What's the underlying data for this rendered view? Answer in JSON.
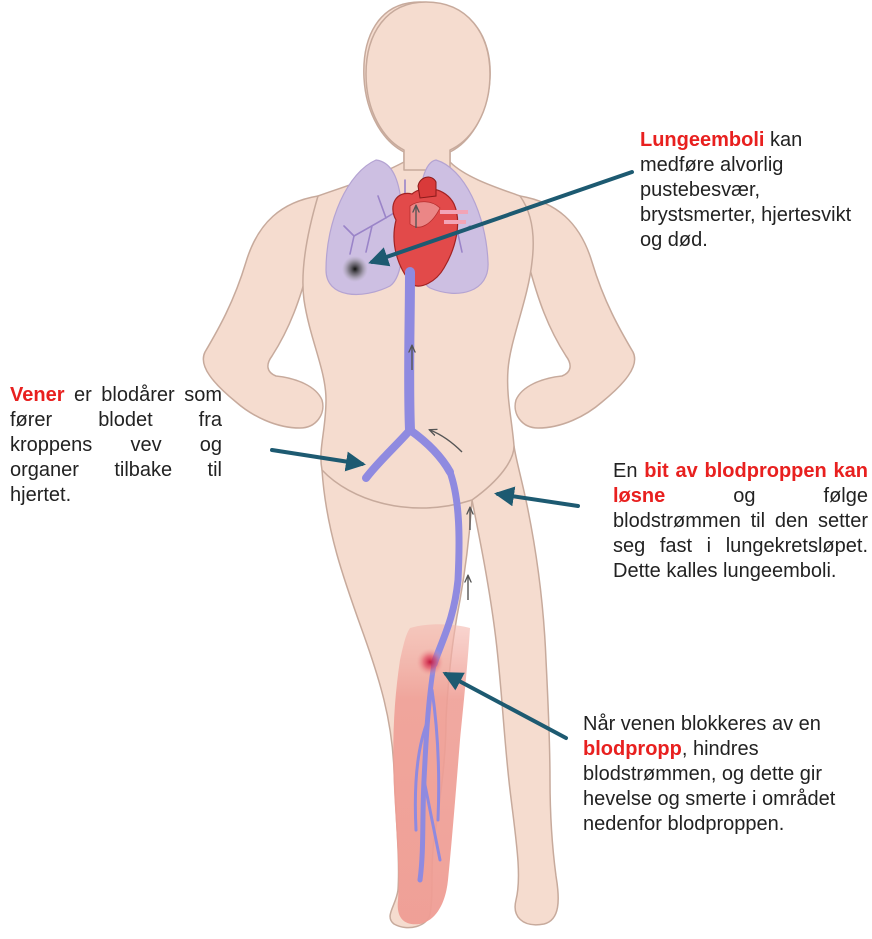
{
  "colors": {
    "skin": "#f5dccf",
    "skin_outline": "#c7aa9c",
    "vein": "#8f8ae0",
    "arrow": "#1d5a71",
    "highlight": "#e8201f",
    "lung": "#c8b9dd",
    "heart": "#d93a3a",
    "leg_inflamed": "#f0a9a0"
  },
  "captions": {
    "lung": {
      "highlight": "Lungeemboli",
      "text": " kan medføre alvorlig pustebesvær, brystsmerter, hjertesvikt og død."
    },
    "veins": {
      "highlight": "Vener",
      "text": " er blodårer som fører blodet fra kroppens vev og organer tilbake til hjertet."
    },
    "clot_loose": {
      "before": "En ",
      "highlight": "bit av blodproppen kan løsne",
      "after": " og følge blodstrømmen til den setter seg fast i lungekretsløpet. Dette kalles lungeemboli."
    },
    "clot": {
      "before": "Når venen blokkeres av en ",
      "highlight": "blodpropp",
      "after": ", hindres blodstrømmen, og dette gir hevelse og smerte i området nedenfor blodproppen."
    }
  }
}
